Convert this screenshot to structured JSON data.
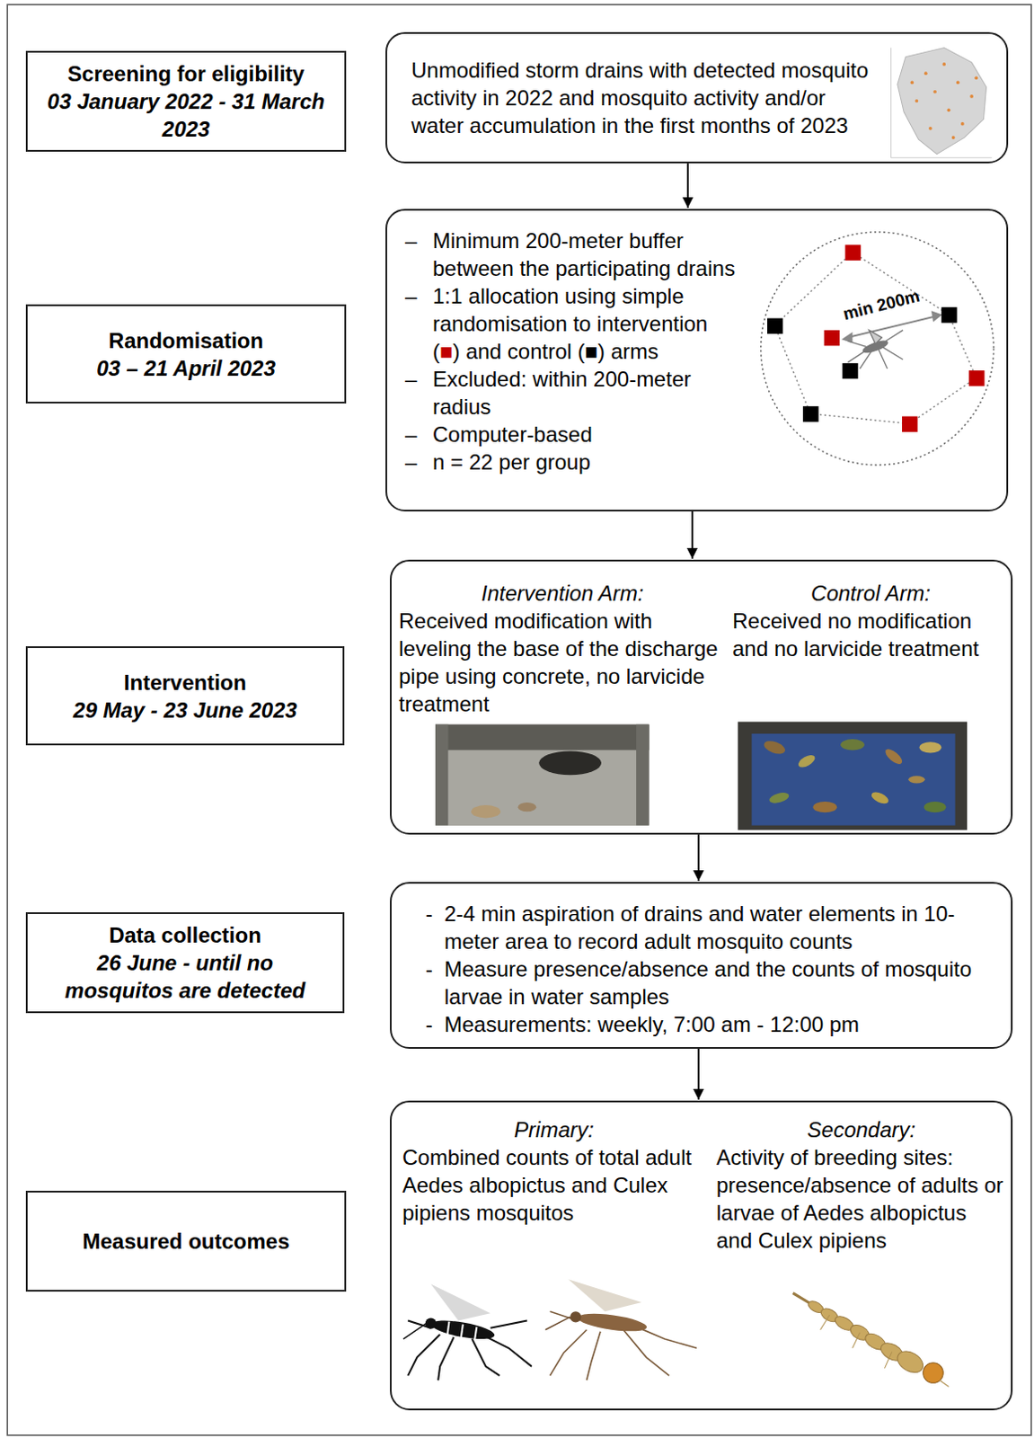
{
  "diagram": {
    "nodes": [
      {
        "text": [
          "Screening for eligibility",
          "03 January 2022 - 31 March 2023"
        ]
      },
      {
        "text": [
          "Unmodified storm drains with detected mosquito activity in 2022 and mosquito activity and/or water accumulation in the first months of 2023"
        ]
      },
      {
        "text": [
          "Randomisation",
          "03 – 21 April 2023"
        ]
      },
      {
        "text": [
          "– Minimum 200-meter buffer between the participating drains",
          "– 1:1 allocation using simple randomisation to intervention (■) and control (■) arms",
          "– Excluded: within 200-meter radius",
          "– Computer-based",
          "– n = 22 per group"
        ]
      },
      {
        "text": [
          "Intervention",
          "29 May - 23 June 2023"
        ]
      },
      {
        "text": [
          "Intervention Arm:",
          "Received modification with leveling the base of the discharge pipe using concrete, no larvicide treatment",
          "Control Arm:",
          "Received no modification and no larvicide treatment"
        ]
      },
      {
        "text": [
          "Data collection",
          "26 June - until no mosquitos are detected"
        ]
      },
      {
        "text": [
          "- 2-4 min aspiration of drains and water elements in 10-meter area to record adult mosquito counts",
          "- Measure presence/absence and the counts of mosquito larvae in water samples",
          "- Measurements: weekly, 7:00 am - 12:00 pm"
        ]
      },
      {
        "text": [
          "Measured outcomes"
        ]
      },
      {
        "text": [
          "Primary:",
          "Combined counts of total adult Aedes albopictus and Culex pipiens mosquitos",
          "Secondary:",
          "Activity of breeding sites: presence/absence of adults or larvae of Aedes albopictus and Culex pipiens"
        ]
      }
    ],
    "edges": [
      {
        "from": 1,
        "to": 3,
        "arrow": "to"
      },
      {
        "from": 3,
        "to": 5,
        "arrow": "to"
      },
      {
        "from": 5,
        "to": 7,
        "arrow": "to"
      },
      {
        "from": 7,
        "to": 9,
        "arrow": "to"
      }
    ],
    "labels": [
      "min 200m"
    ]
  }
}
